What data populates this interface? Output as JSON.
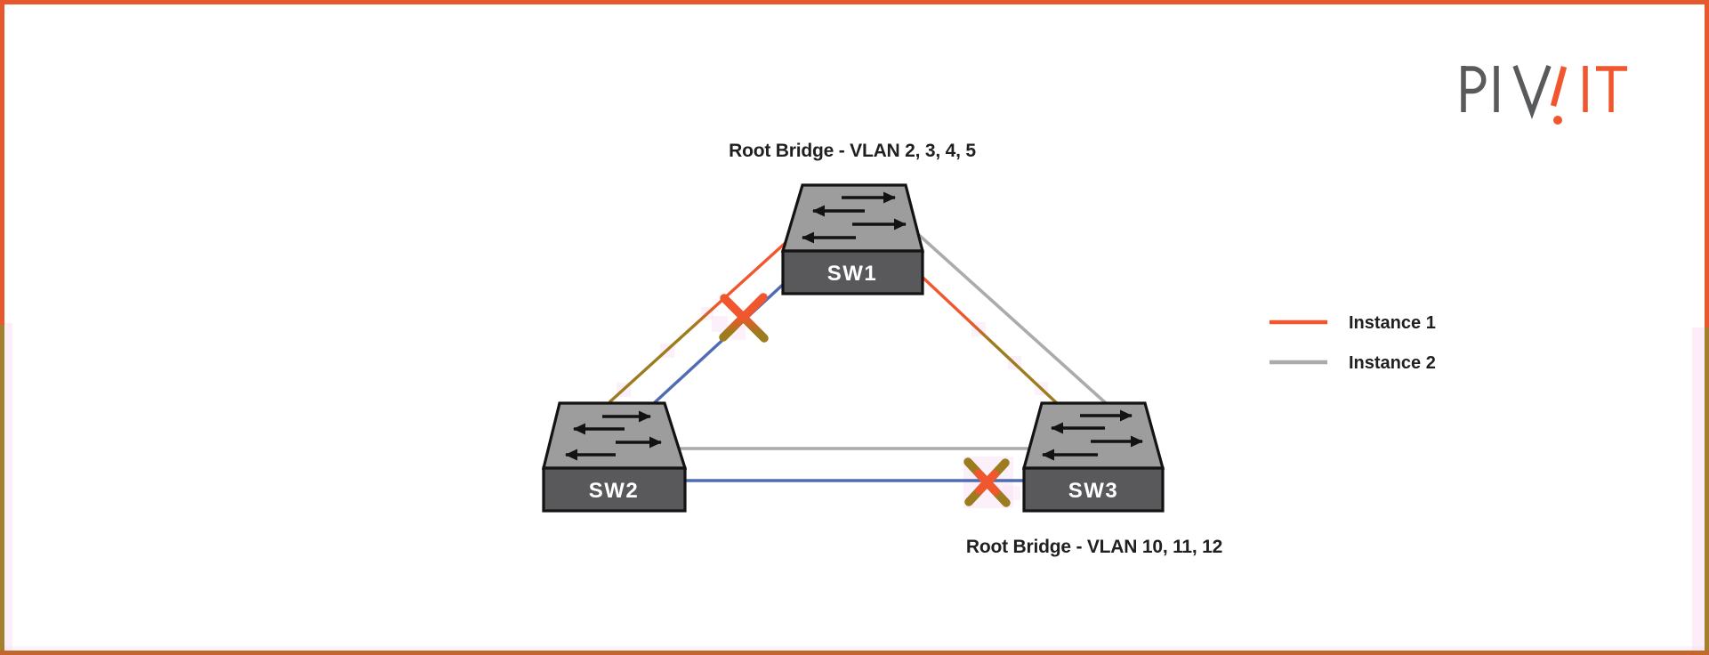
{
  "logo": {
    "text": "PIVIT",
    "gray_letters": "PIV",
    "orange_letters": "IT"
  },
  "diagram": {
    "captions": {
      "sw1": "Root Bridge - VLAN 2, 3, 4, 5",
      "sw3": "Root Bridge - VLAN 10, 11, 12"
    },
    "switches": [
      {
        "label": "SW1"
      },
      {
        "label": "SW2"
      },
      {
        "label": "SW3"
      }
    ],
    "links": [
      {
        "from": "SW1",
        "to": "SW2",
        "instance": "Instance 1",
        "colors": [
          "#F1572E",
          "#9C7C1E"
        ]
      },
      {
        "from": "SW1",
        "to": "SW2",
        "colors": [
          "#4E6BB3"
        ],
        "blocked_near": "SW1"
      },
      {
        "from": "SW1",
        "to": "SW3",
        "instance": "Instance 2",
        "colors": [
          "#ABABAB"
        ]
      },
      {
        "from": "SW1",
        "to": "SW3",
        "instance": "Instance 1",
        "colors": [
          "#F1572E",
          "#9C7C1E"
        ]
      },
      {
        "from": "SW2",
        "to": "SW3",
        "instance": "Instance 2",
        "colors": [
          "#ABABAB"
        ]
      },
      {
        "from": "SW2",
        "to": "SW3",
        "colors": [
          "#4E6BB3"
        ],
        "blocked_near": "SW3"
      }
    ],
    "blocked_marks": [
      {
        "icon": "x-mark",
        "between": [
          "SW1",
          "SW2"
        ],
        "near": "SW1"
      },
      {
        "icon": "x-mark",
        "between": [
          "SW2",
          "SW3"
        ],
        "near": "SW3"
      }
    ]
  },
  "legend": {
    "items": [
      {
        "label": "Instance 1",
        "color": "#F1572E"
      },
      {
        "label": "Instance 2",
        "color": "#ABABAB"
      }
    ]
  },
  "colors": {
    "orange": "#F1572E",
    "olive": "#9C7C1E",
    "blue": "#4E6BB3",
    "gray": "#ABABAB",
    "sw-top": "#9D9D9D",
    "sw-front": "#59595B",
    "outline": "#131313",
    "text-dark": "#202020",
    "label-white": "#FFFFFF",
    "border-orange": "#E8582F",
    "border-olive": "#A5802C",
    "border-bottom": "#C4672C",
    "logo-gray": "#595A5C",
    "pink": "#F9DFF4"
  }
}
